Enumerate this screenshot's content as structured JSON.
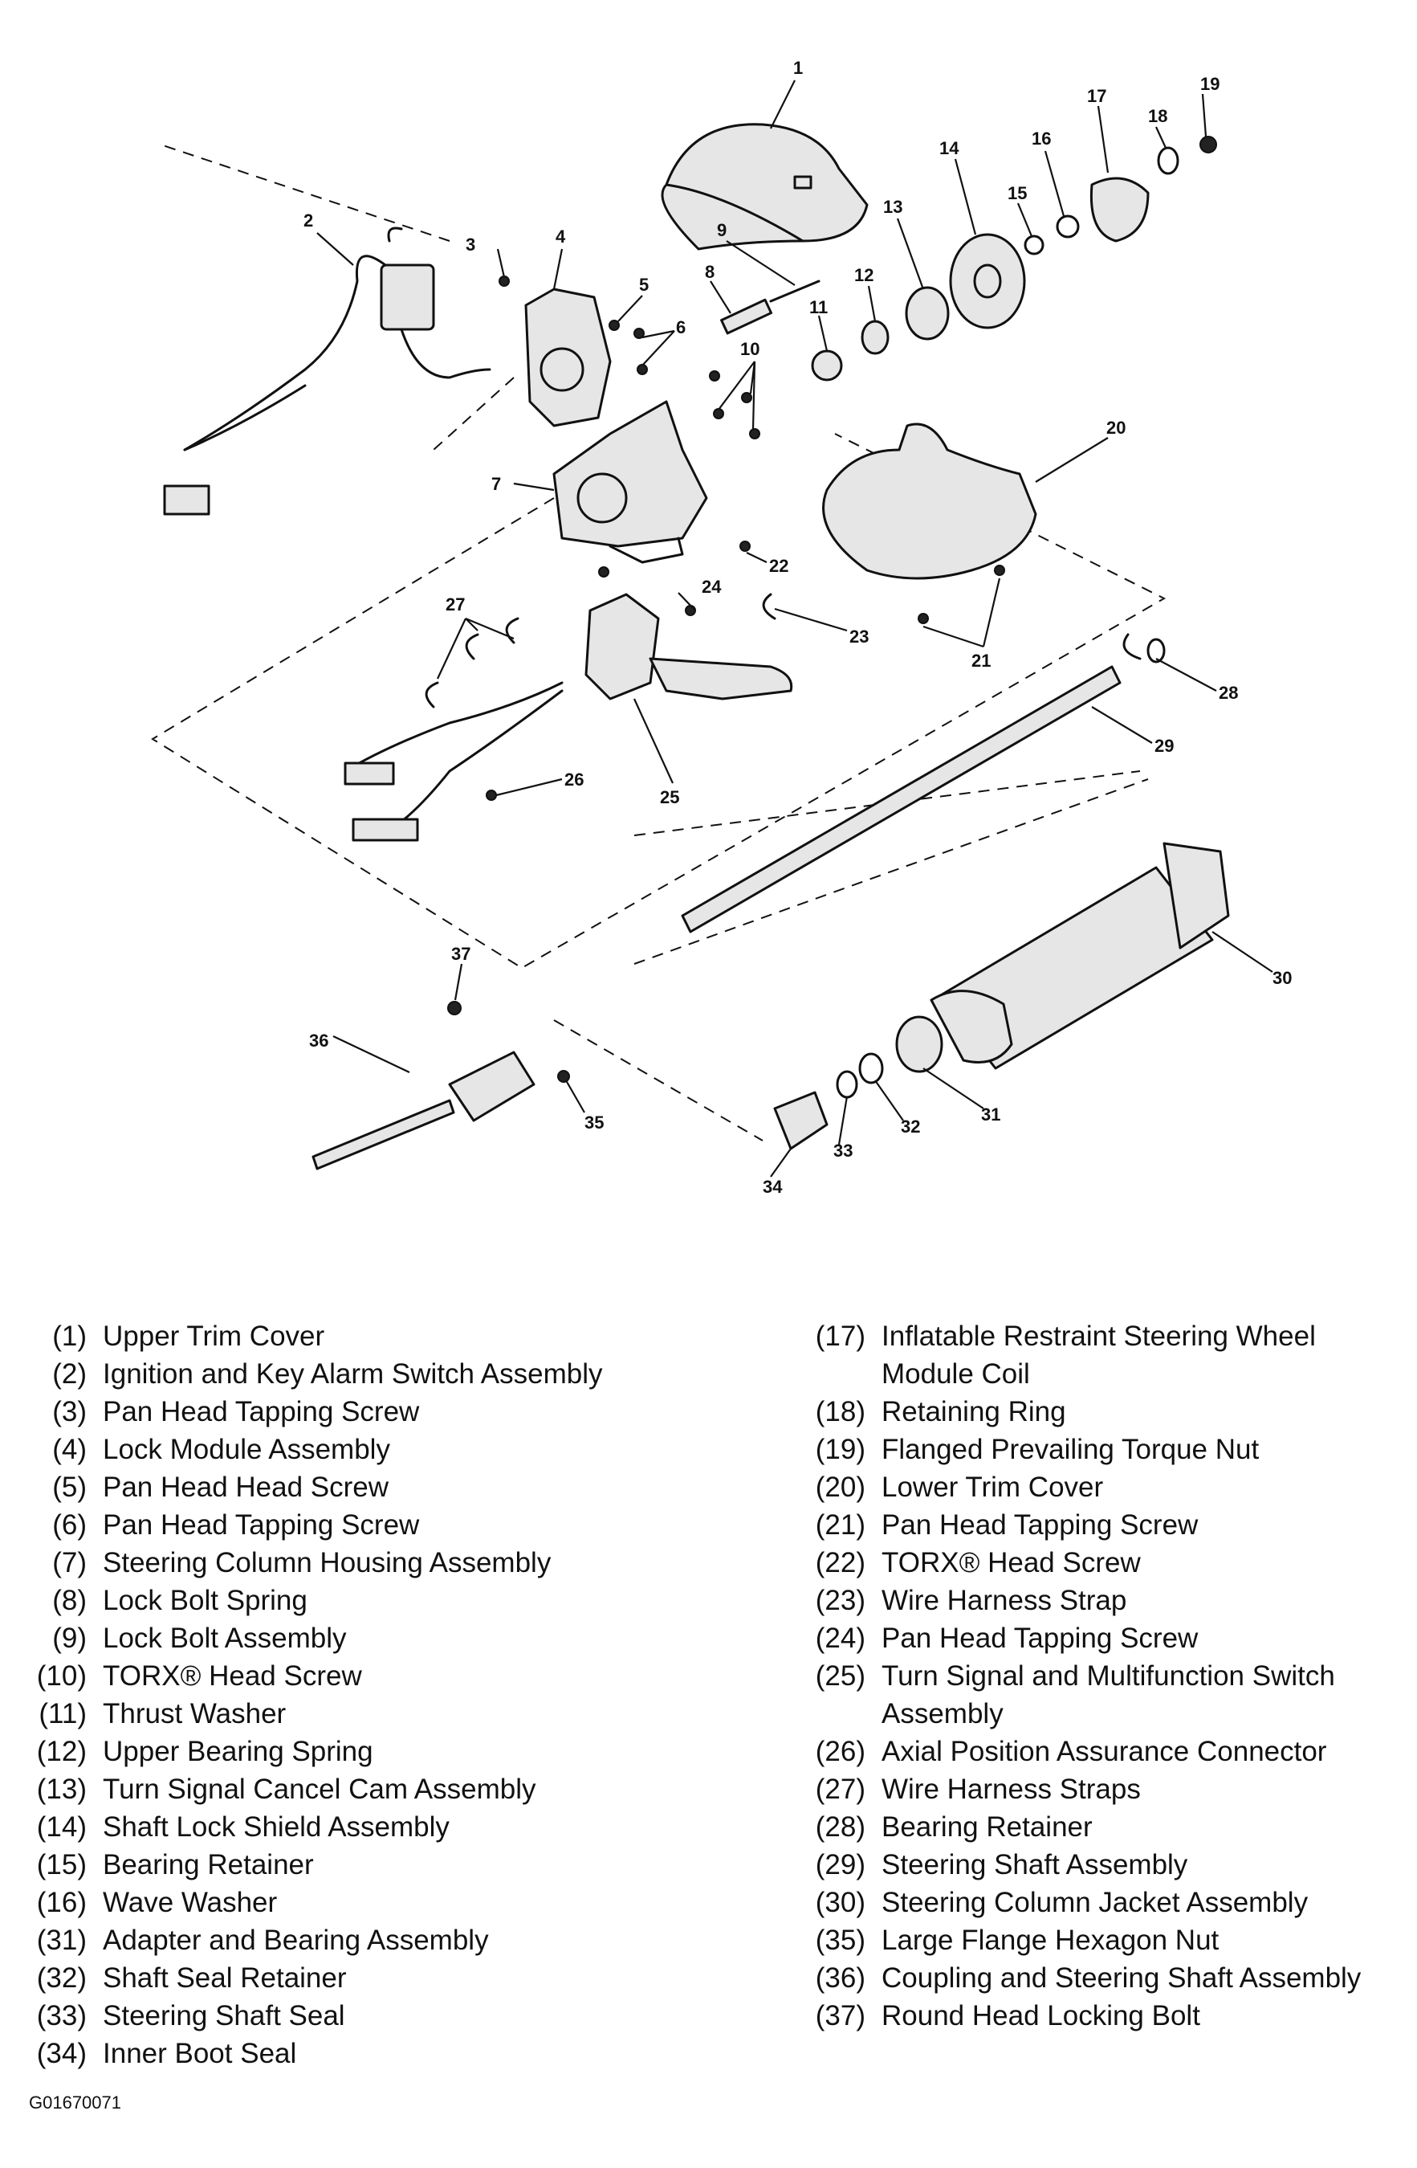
{
  "figure_id": "G01670071",
  "callouts": [
    "1",
    "2",
    "3",
    "4",
    "5",
    "6",
    "7",
    "8",
    "9",
    "10",
    "11",
    "12",
    "13",
    "14",
    "15",
    "16",
    "17",
    "18",
    "19",
    "20",
    "21",
    "22",
    "23",
    "24",
    "25",
    "26",
    "27",
    "28",
    "29",
    "30",
    "31",
    "32",
    "33",
    "34",
    "35",
    "36",
    "37"
  ],
  "legend": {
    "left": [
      {
        "num": "(1)",
        "text": "Upper Trim Cover"
      },
      {
        "num": "(2)",
        "text": "Ignition and Key Alarm Switch Assembly"
      },
      {
        "num": "(3)",
        "text": "Pan Head Tapping Screw"
      },
      {
        "num": "(4)",
        "text": "Lock Module Assembly"
      },
      {
        "num": "(5)",
        "text": "Pan Head Head Screw"
      },
      {
        "num": "(6)",
        "text": "Pan Head Tapping Screw"
      },
      {
        "num": "(7)",
        "text": "Steering Column Housing Assembly"
      },
      {
        "num": "(8)",
        "text": "Lock Bolt Spring"
      },
      {
        "num": "(9)",
        "text": "Lock Bolt Assembly"
      },
      {
        "num": "(10)",
        "text": "TORX® Head Screw"
      },
      {
        "num": "(11)",
        "text": "Thrust Washer"
      },
      {
        "num": "(12)",
        "text": "Upper Bearing Spring"
      },
      {
        "num": "(13)",
        "text": "Turn Signal Cancel Cam Assembly"
      },
      {
        "num": "(14)",
        "text": "Shaft Lock Shield Assembly"
      },
      {
        "num": "(15)",
        "text": "Bearing Retainer"
      },
      {
        "num": "(16)",
        "text": "Wave Washer"
      },
      {
        "num": "(31)",
        "text": "Adapter and Bearing Assembly"
      },
      {
        "num": "(32)",
        "text": "Shaft Seal Retainer"
      },
      {
        "num": "(33)",
        "text": "Steering Shaft Seal"
      },
      {
        "num": "(34)",
        "text": "Inner Boot Seal"
      }
    ],
    "right": [
      {
        "num": "(17)",
        "text": "Inflatable Restraint Steering Wheel Module Coil"
      },
      {
        "num": "(18)",
        "text": "Retaining Ring"
      },
      {
        "num": "(19)",
        "text": "Flanged Prevailing Torque Nut"
      },
      {
        "num": "(20)",
        "text": "Lower Trim Cover"
      },
      {
        "num": "(21)",
        "text": "Pan Head Tapping Screw"
      },
      {
        "num": "(22)",
        "text": "TORX® Head Screw"
      },
      {
        "num": "(23)",
        "text": "Wire Harness Strap"
      },
      {
        "num": "(24)",
        "text": "Pan Head Tapping Screw"
      },
      {
        "num": "(25)",
        "text": "Turn Signal and Multifunction Switch Assembly"
      },
      {
        "num": "(26)",
        "text": "Axial Position Assurance Connector"
      },
      {
        "num": "(27)",
        "text": "Wire Harness Straps"
      },
      {
        "num": "(28)",
        "text": "Bearing Retainer"
      },
      {
        "num": "(29)",
        "text": "Steering Shaft Assembly"
      },
      {
        "num": "(30)",
        "text": "Steering Column Jacket Assembly"
      },
      {
        "num": "(35)",
        "text": "Large Flange Hexagon Nut"
      },
      {
        "num": "(36)",
        "text": "Coupling and Steering Shaft Assembly"
      },
      {
        "num": "(37)",
        "text": "Round Head Locking Bolt"
      }
    ]
  }
}
